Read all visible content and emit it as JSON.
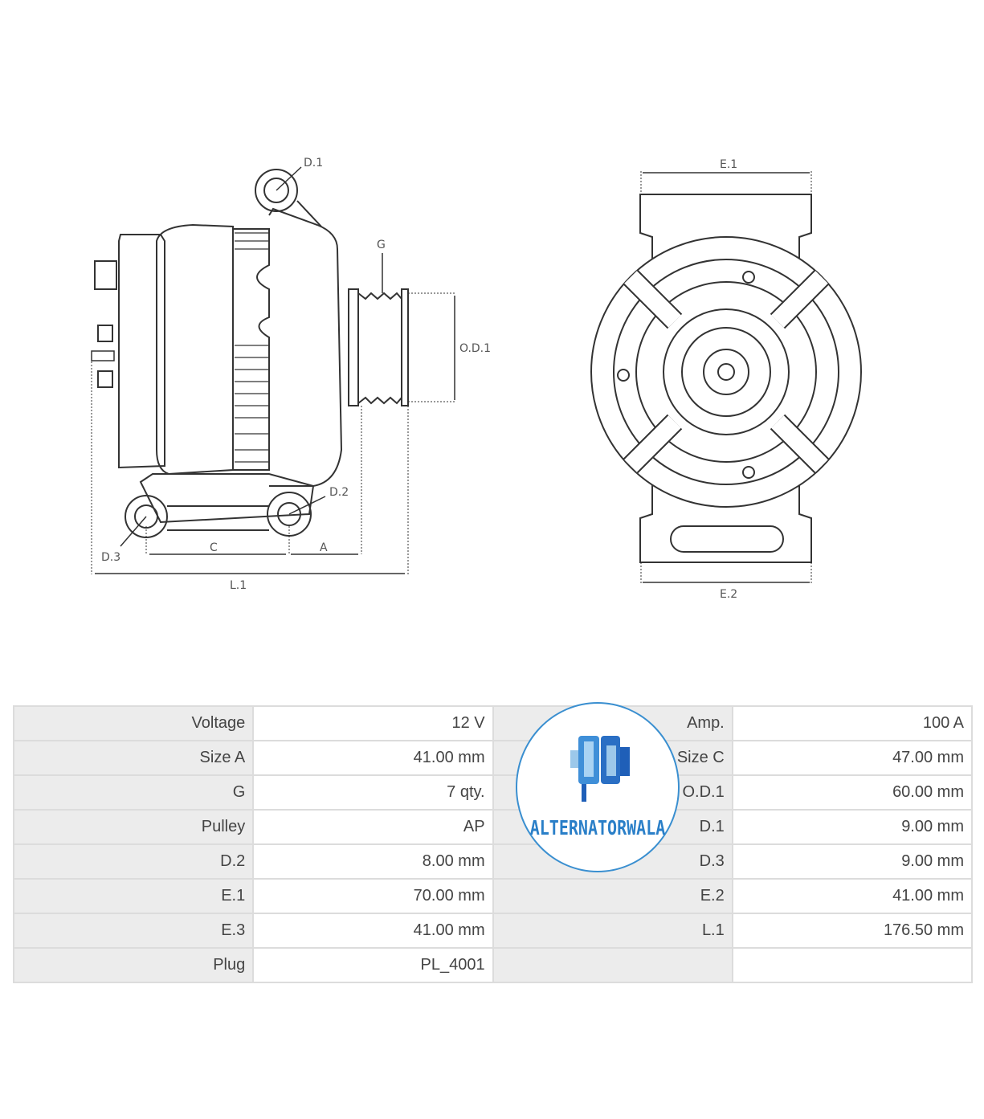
{
  "diagram": {
    "side_labels": {
      "d1": "D.1",
      "g": "G",
      "od1": "O.D.1",
      "d2": "D.2",
      "d3": "D.3",
      "c": "C",
      "a": "A",
      "l1": "L.1"
    },
    "front_labels": {
      "e1": "E.1",
      "e2": "E.2"
    }
  },
  "logo": {
    "text": "ALTERNATORWALA",
    "color": "#2a7fc8"
  },
  "specs": [
    {
      "label": "Voltage",
      "value": "12 V",
      "label2": "Amp.",
      "value2": "100 A"
    },
    {
      "label": "Size A",
      "value": "41.00 mm",
      "label2": "Size C",
      "value2": "47.00 mm"
    },
    {
      "label": "G",
      "value": "7 qty.",
      "label2": "O.D.1",
      "value2": "60.00 mm"
    },
    {
      "label": "Pulley",
      "value": "AP",
      "label2": "D.1",
      "value2": "9.00 mm"
    },
    {
      "label": "D.2",
      "value": "8.00 mm",
      "label2": "D.3",
      "value2": "9.00 mm"
    },
    {
      "label": "E.1",
      "value": "70.00 mm",
      "label2": "E.2",
      "value2": "41.00 mm"
    },
    {
      "label": "E.3",
      "value": "41.00 mm",
      "label2": "L.1",
      "value2": "176.50 mm"
    },
    {
      "label": "Plug",
      "value": "PL_4001",
      "label2": "",
      "value2": ""
    }
  ]
}
